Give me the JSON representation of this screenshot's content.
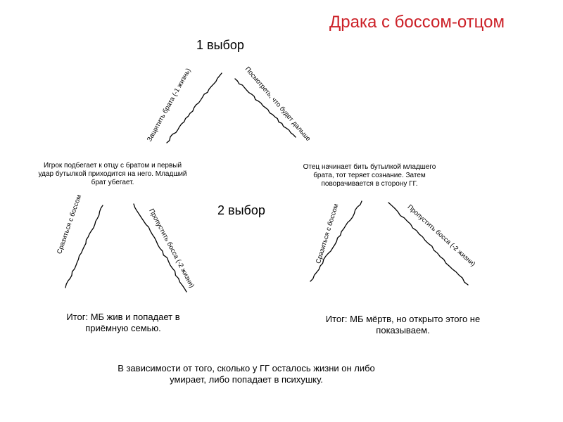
{
  "title": "Драка с боссом-отцом",
  "colors": {
    "title": "#cc2027",
    "ink": "#000000",
    "background": "#ffffff"
  },
  "choice1": {
    "label": "1 выбор",
    "option_left": "Защитить брата (-1 жизнь)",
    "option_right": "Посмотреть, что будет дальше"
  },
  "outcome_left": "Игрок подбегает к отцу с братом и первый\nудар бутылкой приходится на него. Младший\nбрат убегает.",
  "outcome_right": "Отец начинает бить бутылкой младшего\nбрата, тот теряет сознание. Затем\nповорачивается в сторону ГГ.",
  "choice2": {
    "label": "2 выбор",
    "left_branch": {
      "option_fight": "Сразиться с боссом",
      "option_skip": "Пропустить босса (-2 жизни)"
    },
    "right_branch": {
      "option_fight": "Сразиться с боссом",
      "option_skip": "Пропустить босса (-2 жизни)"
    }
  },
  "result_left": "Итог: МБ жив и попадает в\nприёмную семью.",
  "result_right": "Итог: МБ мёртв, но открыто этого не\nпоказываем.",
  "final_note": "В зависимости от того, сколько у ГГ осталось жизни он либо\nумирает, либо попадает в психушку."
}
